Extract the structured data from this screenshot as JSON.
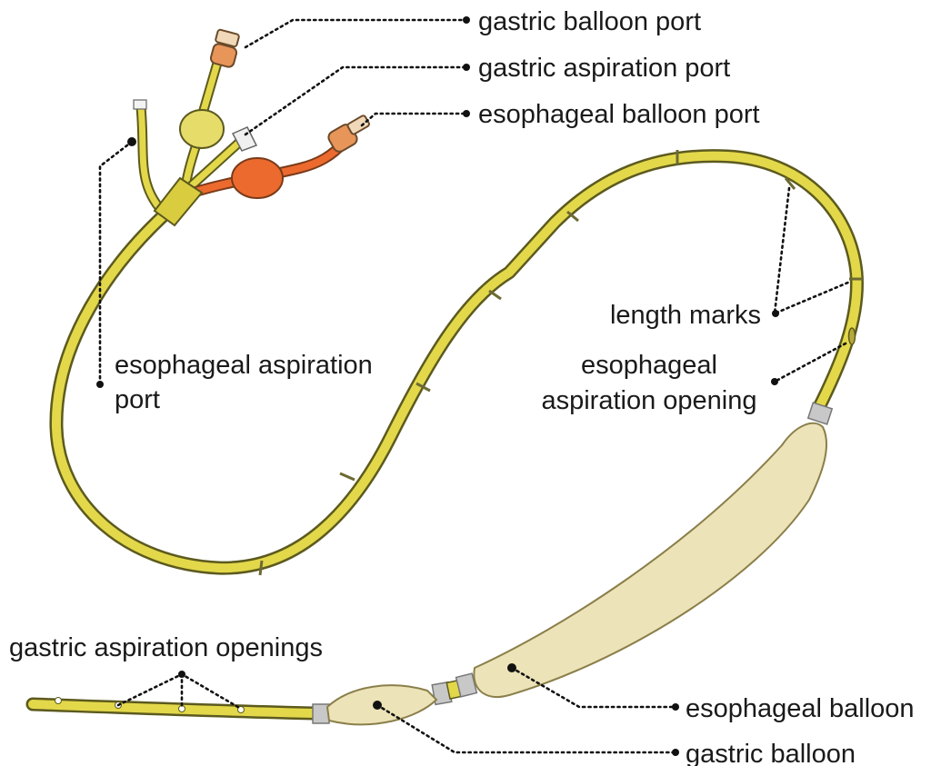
{
  "labels": {
    "gastric_balloon_port": "gastric balloon port",
    "gastric_aspiration_port": "gastric aspiration port",
    "esophageal_balloon_port": "esophageal balloon port",
    "esophageal_aspiration_port_line1": "esophageal aspiration",
    "esophageal_aspiration_port_line2": "port",
    "length_marks": "length marks",
    "esophageal_aspiration_opening_line1": "esophageal",
    "esophageal_aspiration_opening_line2": "aspiration opening",
    "gastric_aspiration_openings": "gastric aspiration openings",
    "esophageal_balloon": "esophageal balloon",
    "gastric_balloon": "gastric balloon"
  },
  "colors": {
    "tube_fill": "#e3d84a",
    "tube_outline": "#5c5a1e",
    "gastric_balloon_port": "#e8955a",
    "gastric_balloon_port_bulb": "#e6dc6a",
    "esophageal_balloon_port": "#e8955a",
    "esophageal_balloon_port_bulb": "#ec6a2e",
    "balloon_fill": "#ede3b8",
    "connector_band": "#c8c8c8"
  }
}
